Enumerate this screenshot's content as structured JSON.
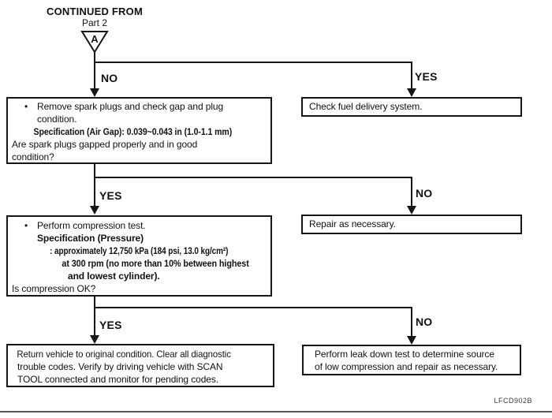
{
  "header": {
    "continued_from": "CONTINUED FROM",
    "part": "Part 2",
    "connector_letter": "A"
  },
  "bullet_char": "•",
  "decisions": [
    {
      "left": "NO",
      "right": "YES"
    },
    {
      "left": "YES",
      "right": "NO"
    },
    {
      "left": "YES",
      "right": "NO"
    }
  ],
  "boxes": {
    "spark_plug_check": {
      "lines": [
        "Remove spark plugs and check gap and plug",
        "condition.",
        "Specification (Air Gap): 0.039~0.043 in (1.0-1.1 mm)",
        "Are spark plugs gapped properly and in good",
        "condition?"
      ]
    },
    "fuel_delivery": {
      "text": "Check fuel delivery system."
    },
    "compression_test": {
      "lines": [
        "Perform compression test.",
        "Specification (Pressure)",
        ": approximately 12,750 kPa (184 psi, 13.0 kg/cm²)",
        "at 300 rpm (no more than 10% between highest",
        "and lowest cylinder).",
        "Is compression OK?"
      ]
    },
    "repair": {
      "text": "Repair as necessary."
    },
    "return_vehicle": {
      "lines": [
        "Return vehicle to original condition. Clear all diagnostic",
        "trouble codes. Verify by driving vehicle with SCAN",
        "TOOL connected and monitor for pending codes."
      ]
    },
    "leak_down": {
      "lines": [
        "Perform leak down test to determine source",
        "of low compression and repair as necessary."
      ]
    }
  },
  "footer": {
    "figure_code": "LFCD902B"
  },
  "colors": {
    "ink": "#161616",
    "background": "#ffffff"
  }
}
